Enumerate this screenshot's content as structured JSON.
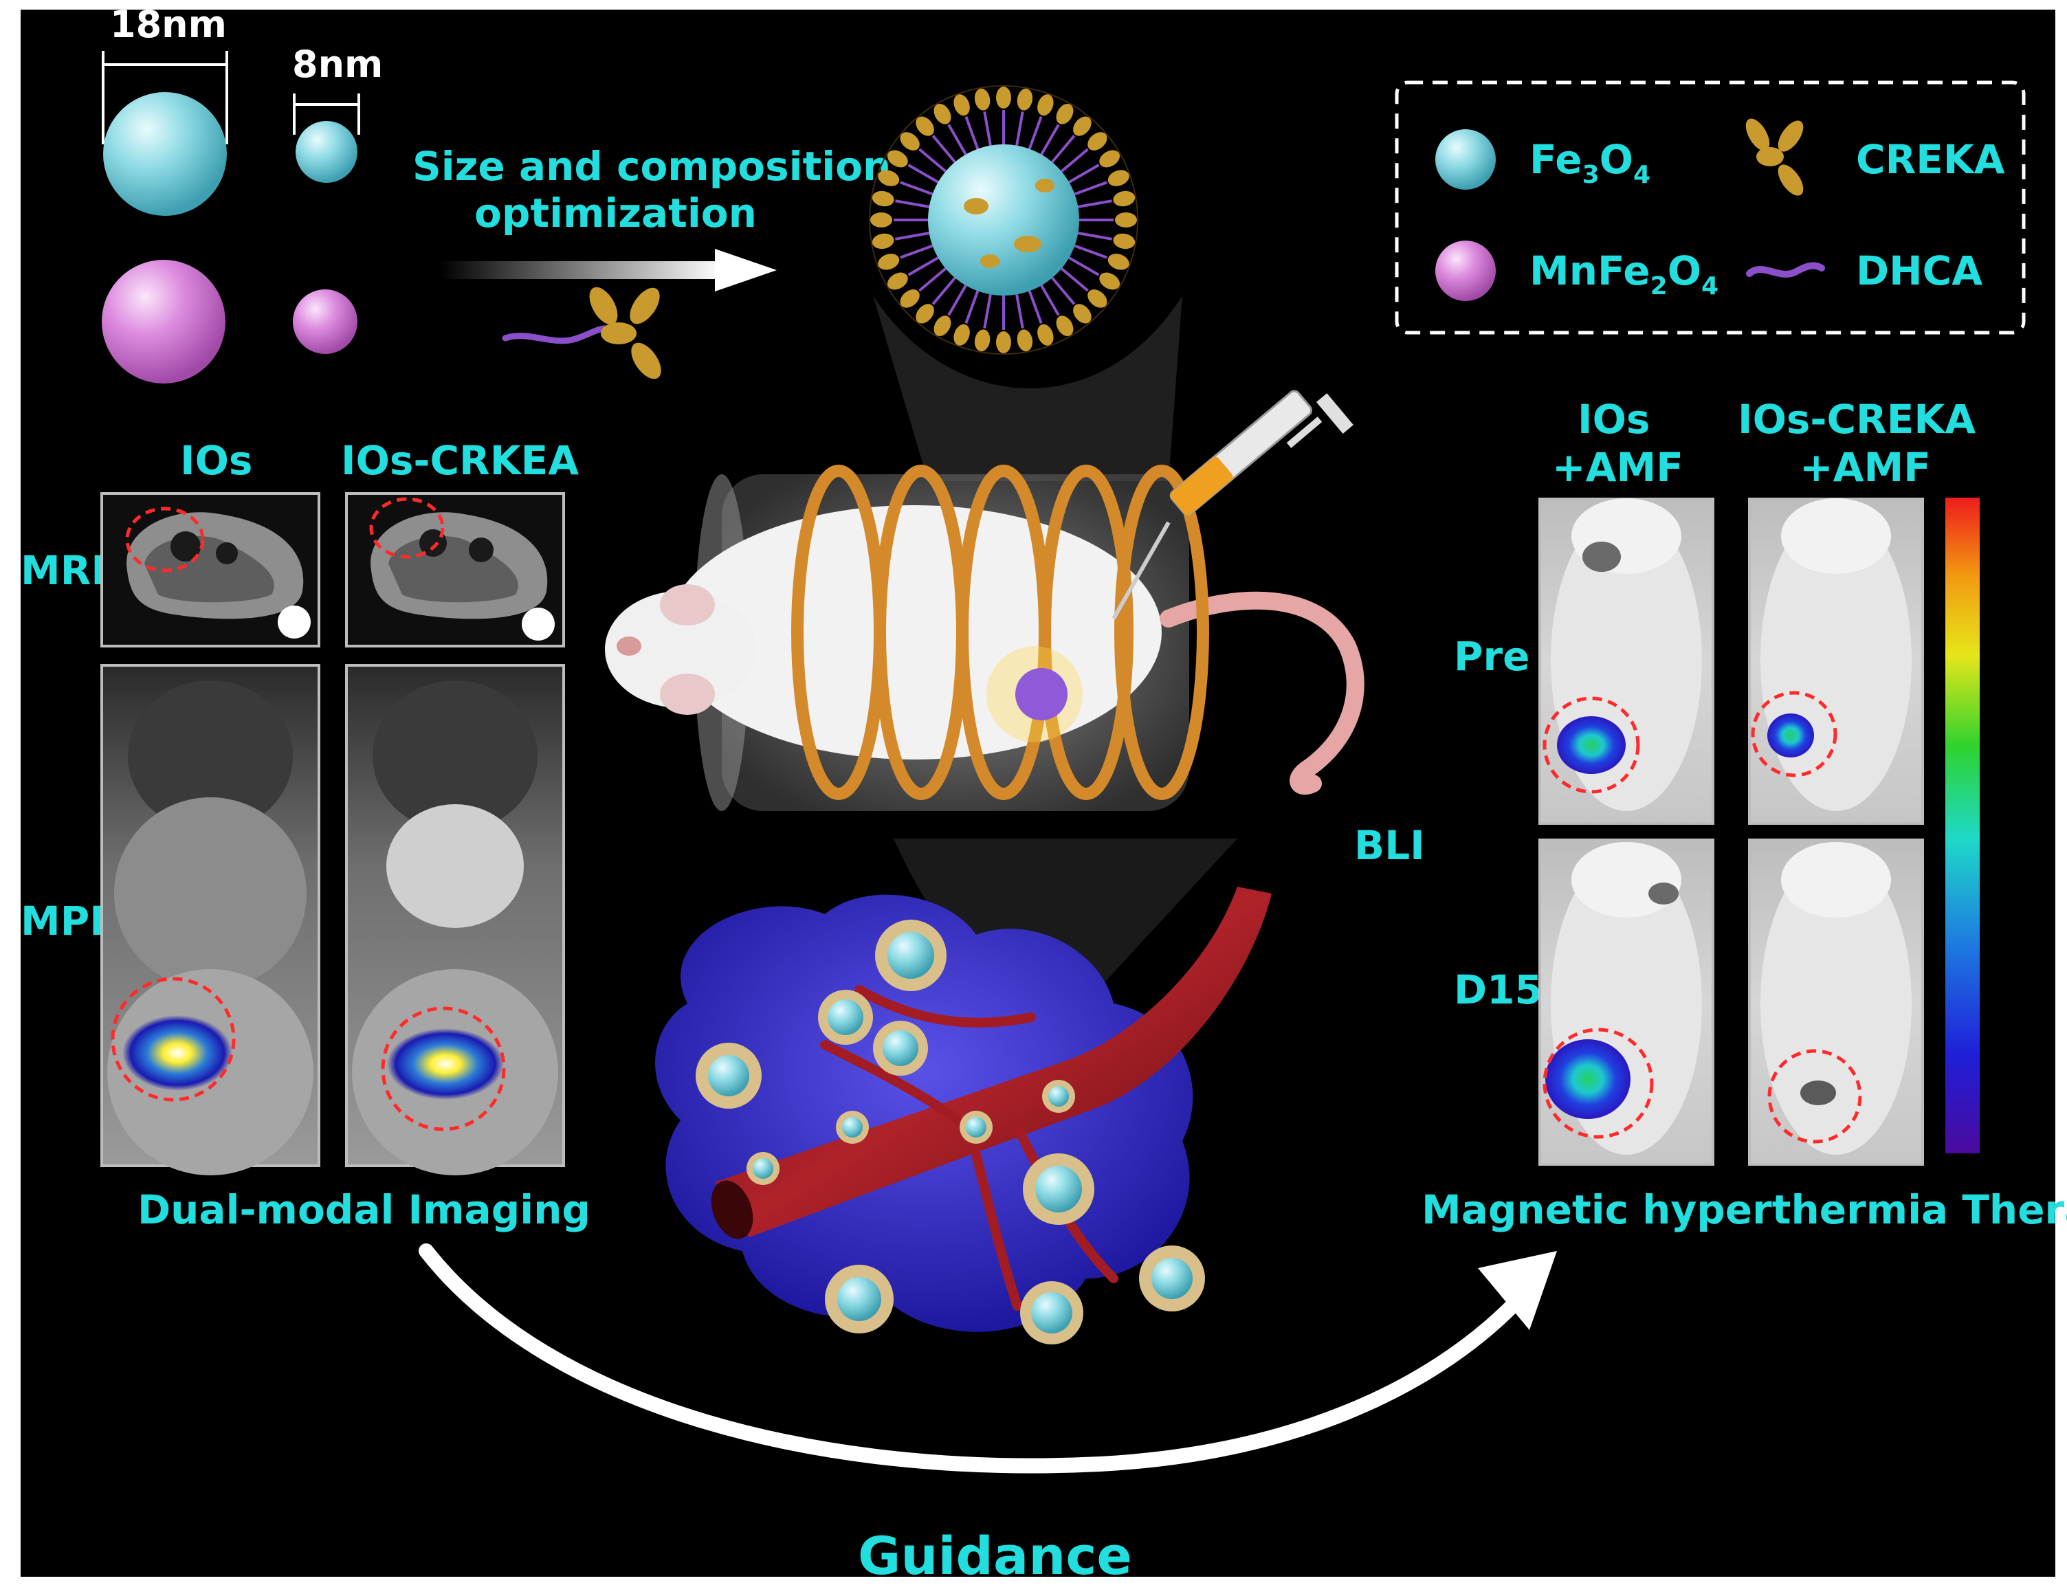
{
  "colors": {
    "background": "#000000",
    "label": "#22dede",
    "fe3o4": "#7cd3de",
    "mnfe2o4": "#d77fd8",
    "creka": "#c99a2e",
    "dhca": "#8a4fc9",
    "coil": "#d48a2a",
    "tumor": "#2a22b8",
    "vessel": "#9a1a1e",
    "dashed_circle": "#ff2b2b"
  },
  "sizes": {
    "large": "18nm",
    "small": "8nm"
  },
  "optimization": {
    "line1": "Size and composition",
    "line2": "optimization"
  },
  "legend": {
    "fe3o4": {
      "base": "Fe",
      "sub1": "3",
      "mid": "O",
      "sub2": "4",
      "icon": "cyan-sphere-icon"
    },
    "mnfe2o4": {
      "base": "MnFe",
      "sub1": "2",
      "mid": "O",
      "sub2": "4",
      "icon": "pink-sphere-icon"
    },
    "creka": {
      "label": "CREKA",
      "icon": "creka-peptide-icon"
    },
    "dhca": {
      "label": "DHCA",
      "icon": "dhca-chain-icon"
    }
  },
  "imaging": {
    "col1": "IOs",
    "col2": "IOs-CRKEA",
    "row_mri": "MRI",
    "row_mpi": "MPI",
    "caption": "Dual-modal Imaging"
  },
  "bli": {
    "label": "BLI",
    "col1_line1": "IOs",
    "col1_line2": "+AMF",
    "col2_line1": "IOs-CREKA",
    "col2_line2": "+AMF",
    "row_pre": "Pre",
    "row_d15": "D15",
    "caption": "Magnetic hyperthermia Therapy",
    "colorbar_stops": [
      "#4b0a9e",
      "#1f1fd8",
      "#1e7be0",
      "#1ed9c8",
      "#2ed22e",
      "#e6e619",
      "#f29a12",
      "#ee1c1c"
    ]
  },
  "guidance": "Guidance"
}
